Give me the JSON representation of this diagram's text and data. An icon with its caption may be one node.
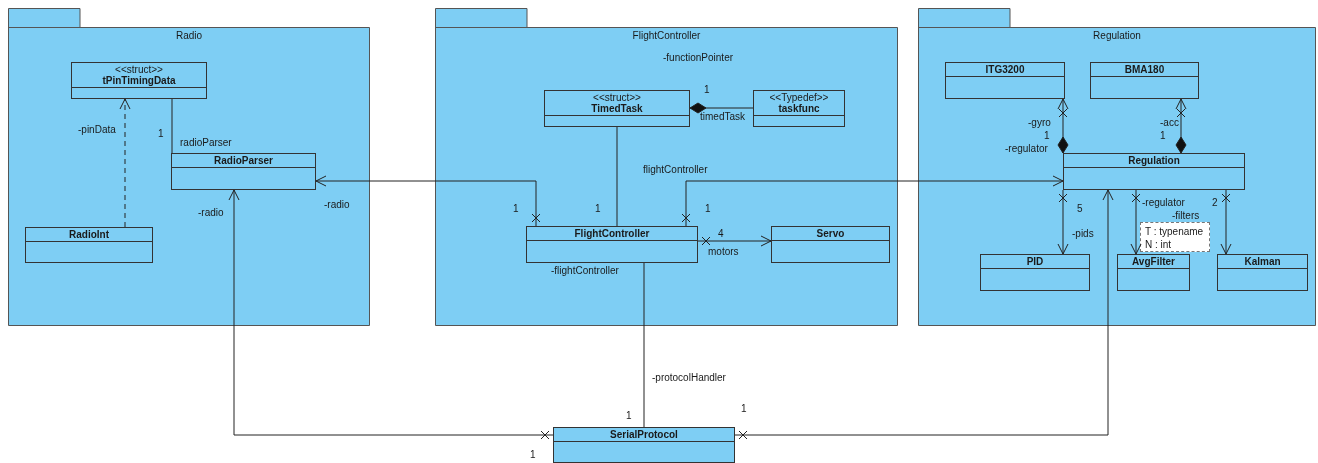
{
  "diagram": {
    "nodes": [
      {
        "text": [
          "Radio"
        ]
      },
      {
        "text": [
          "<<struct>>",
          "tPinTimingData"
        ],
        "in": 0
      },
      {
        "text": [
          "RadioParser"
        ],
        "in": 0
      },
      {
        "text": [
          "RadioInt"
        ],
        "in": 0
      },
      {
        "text": [
          "FlightController"
        ]
      },
      {
        "text": [
          "<<struct>>",
          "TimedTask"
        ],
        "in": 4
      },
      {
        "text": [
          "<<Typedef>>",
          "taskfunc"
        ],
        "in": 4
      },
      {
        "text": [
          "FlightController"
        ],
        "in": 4
      },
      {
        "text": [
          "Servo"
        ],
        "in": 4
      },
      {
        "text": [
          "Regulation"
        ]
      },
      {
        "text": [
          "ITG3200"
        ],
        "in": 9
      },
      {
        "text": [
          "BMA180"
        ],
        "in": 9
      },
      {
        "text": [
          "Regulation"
        ],
        "in": 9
      },
      {
        "text": [
          "PID"
        ],
        "in": 9
      },
      {
        "text": [
          "AvgFilter"
        ],
        "in": 9
      },
      {
        "text": [
          "Kalman"
        ],
        "in": 9
      },
      {
        "text": [
          "T : typename",
          "N : int"
        ],
        "in": 9
      },
      {
        "text": [
          "SerialProtocol"
        ]
      }
    ],
    "edges": [
      {
        "from": 3,
        "to": 1,
        "arrow": "to",
        "style": "dashed"
      },
      {
        "from": 1,
        "to": 2,
        "arrow": "none"
      },
      {
        "from": 7,
        "to": 2,
        "arrow": "to"
      },
      {
        "from": 5,
        "to": 7,
        "arrow": "none"
      },
      {
        "from": 6,
        "to": 5,
        "arrow": "other"
      },
      {
        "from": 7,
        "to": 12,
        "arrow": "to"
      },
      {
        "from": 7,
        "to": 8,
        "arrow": "to"
      },
      {
        "from": 12,
        "to": 10,
        "arrow": "to"
      },
      {
        "from": 12,
        "to": 11,
        "arrow": "to"
      },
      {
        "from": 12,
        "to": 13,
        "arrow": "to"
      },
      {
        "from": 12,
        "to": 14,
        "arrow": "to"
      },
      {
        "from": 12,
        "to": 15,
        "arrow": "to"
      },
      {
        "from": 17,
        "to": 2,
        "arrow": "to"
      },
      {
        "from": 17,
        "to": 12,
        "arrow": "to"
      },
      {
        "from": 7,
        "to": 17,
        "arrow": "none"
      }
    ],
    "labels": [
      "-functionPointer",
      "1",
      "timedTask",
      "-pinData",
      "1",
      "radioParser",
      "-gyro",
      "-acc",
      "1",
      "1",
      "-regulator",
      "flightController",
      "-radio",
      "-radio",
      "1",
      "1",
      "1",
      "5",
      "-regulator",
      "2",
      "-filters",
      "4",
      "-pids",
      "motors",
      "-flightController",
      "-protocolHandler",
      "1",
      "1",
      "1"
    ]
  }
}
